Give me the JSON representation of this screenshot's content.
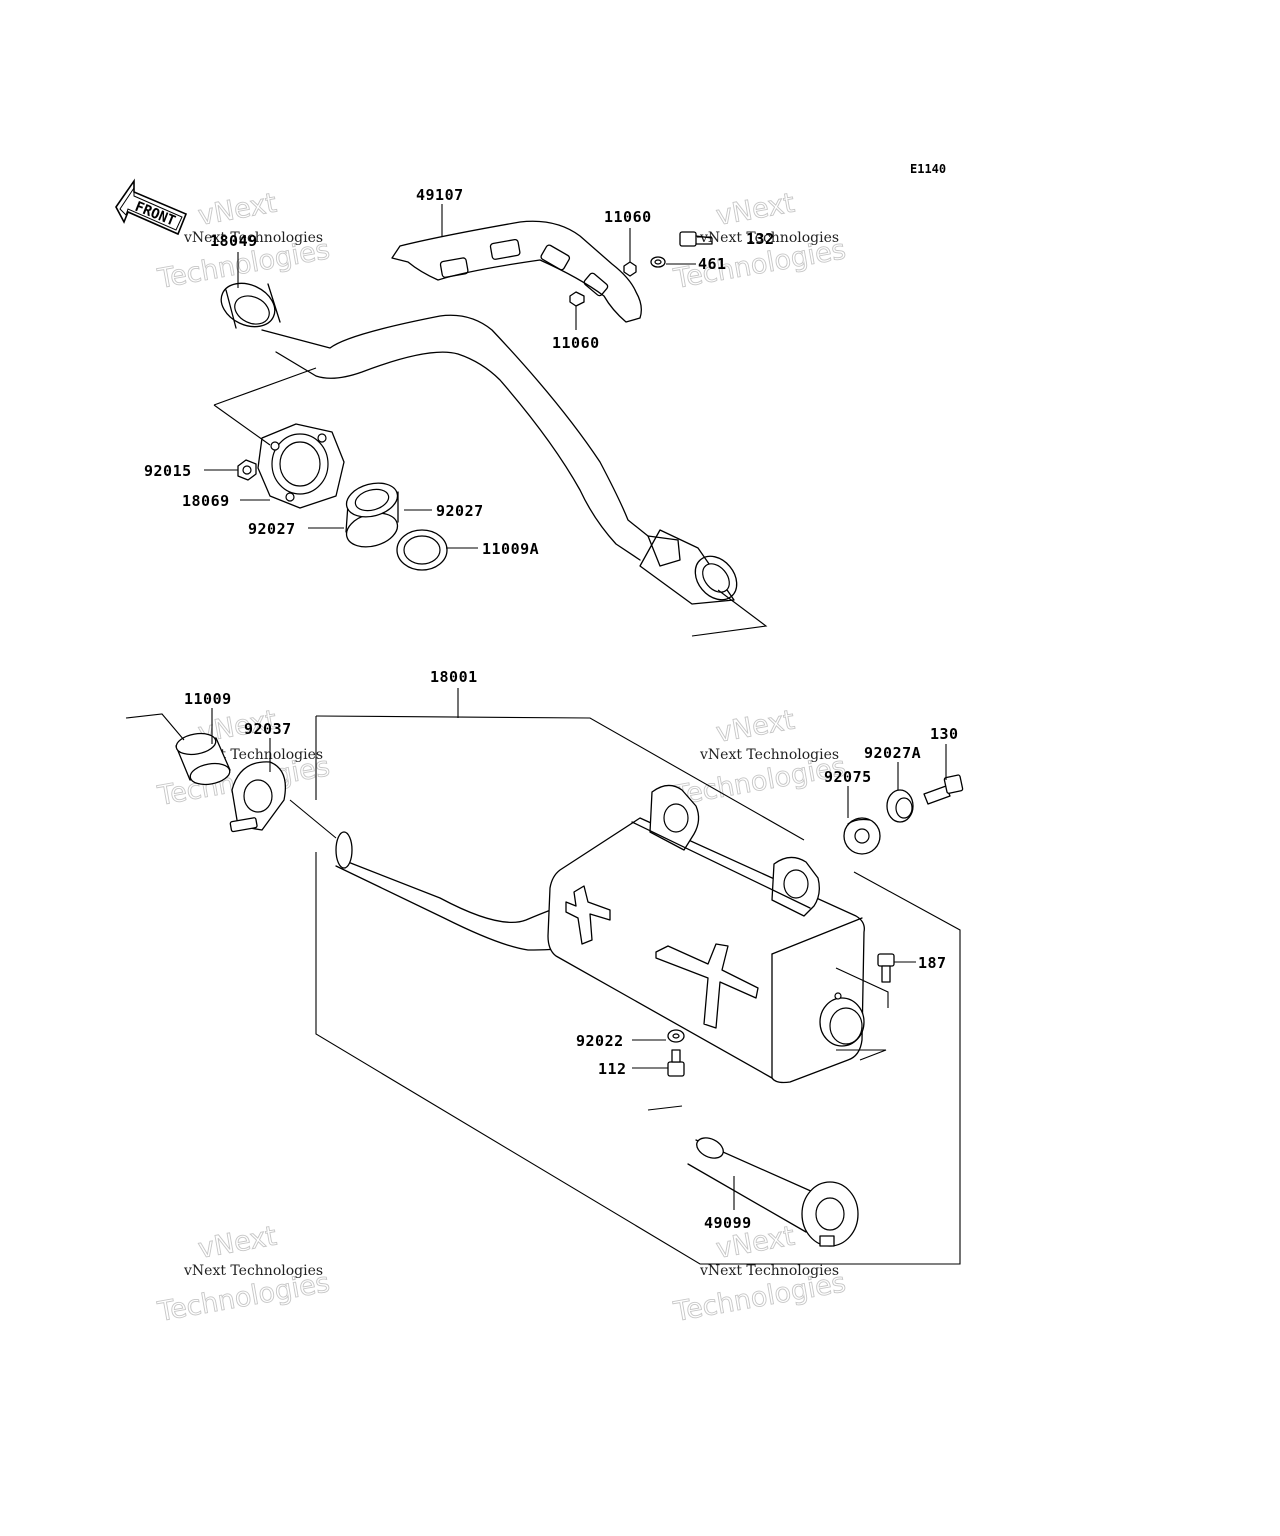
{
  "diagram_code": "E1140",
  "front_label": "FRONT",
  "watermark": {
    "brand": "vNext",
    "word": "Technologies",
    "line": "vNext Technologies"
  },
  "parts": {
    "p18049": "18049",
    "p49107": "49107",
    "p11060_top": "11060",
    "p11060_bottom": "11060",
    "p132": "132",
    "p461": "461",
    "p92015": "92015",
    "p18069": "18069",
    "p92027_right": "92027",
    "p92027_left": "92027",
    "p11009A": "11009A",
    "p18001": "18001",
    "p11009": "11009",
    "p92037": "92037",
    "p92027A": "92027A",
    "p130": "130",
    "p92075": "92075",
    "p187": "187",
    "p92022": "92022",
    "p112": "112",
    "p49099": "49099"
  }
}
